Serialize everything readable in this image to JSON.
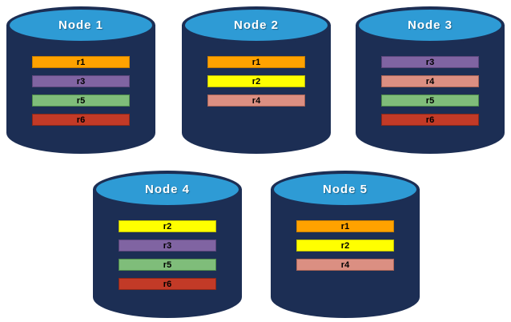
{
  "colors": {
    "cylinder_body": "#1c2e54",
    "cylinder_top": "#2e9bd5",
    "node_title_text": "#ffffff",
    "record_text": "#000000"
  },
  "record_colors": {
    "r1": {
      "bg": "#ffa200",
      "border": "#c87e00"
    },
    "r2": {
      "bg": "#ffff00",
      "border": "#bdbd00"
    },
    "r3": {
      "bg": "#8064a2",
      "border": "#5d477c"
    },
    "r4": {
      "bg": "#db8f82",
      "border": "#aa6456"
    },
    "r5": {
      "bg": "#7fbd7a",
      "border": "#4f8c4b"
    },
    "r6": {
      "bg": "#c23a27",
      "border": "#8c281a"
    }
  },
  "nodes": [
    {
      "label": "Node 1",
      "records": [
        "r1",
        "r3",
        "r5",
        "r6"
      ]
    },
    {
      "label": "Node 2",
      "records": [
        "r1",
        "r2",
        "r4"
      ]
    },
    {
      "label": "Node 3",
      "records": [
        "r3",
        "r4",
        "r5",
        "r6"
      ]
    },
    {
      "label": "Node 4",
      "records": [
        "r2",
        "r3",
        "r5",
        "r6"
      ]
    },
    {
      "label": "Node 5",
      "records": [
        "r1",
        "r2",
        "r4"
      ]
    }
  ]
}
